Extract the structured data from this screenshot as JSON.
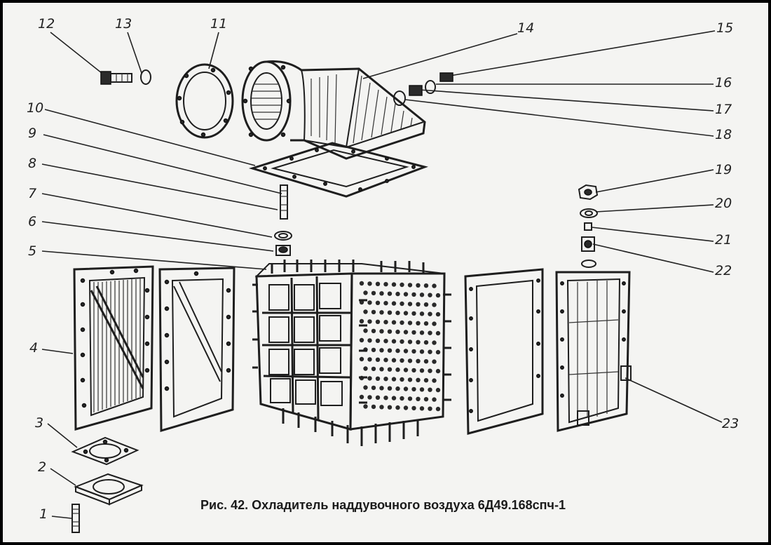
{
  "caption": "Рис. 42. Охладитель  наддувочного воздуха 6Д49.168спч-1",
  "labels": [
    "1",
    "2",
    "3",
    "4",
    "5",
    "6",
    "7",
    "8",
    "9",
    "10",
    "11",
    "12",
    "13",
    "14",
    "15",
    "16",
    "17",
    "18",
    "19",
    "20",
    "21",
    "22",
    "23"
  ],
  "label_texts": {
    "l1": "1",
    "l2": "2",
    "l3": "3",
    "l4": "4",
    "l5": "5",
    "l6": "6",
    "l7": "7",
    "l8": "8",
    "l9": "9",
    "l10": "10",
    "l11": "11",
    "l12": "12",
    "l13": "13",
    "l14": "14",
    "l15": "15",
    "l16": "16",
    "l17": "17",
    "l18": "18",
    "l19": "19",
    "l20": "20",
    "l21": "21",
    "l22": "22",
    "l23": "23"
  },
  "colors": {
    "ink": "#1e1e1e",
    "paper": "#f4f4f2",
    "border": "#000000"
  }
}
